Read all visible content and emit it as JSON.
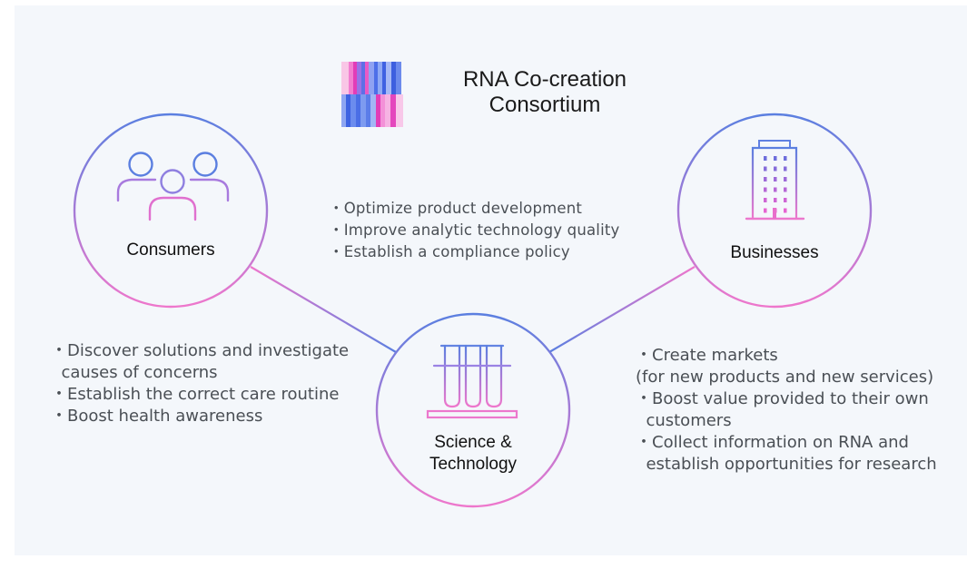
{
  "title": {
    "line1": "RNA Co-creation",
    "line2": "Consortium",
    "logo_icon": "rna-barcode-logo"
  },
  "colors": {
    "background": "#f4f7fb",
    "gradient_top": "#5b7fe0",
    "gradient_bottom": "#ee77cc",
    "text_dark": "#111111",
    "text_gray": "#4a4f55"
  },
  "nodes": {
    "consumers": {
      "label": "Consumers",
      "icon": "people-group-icon"
    },
    "businesses": {
      "label": "Businesses",
      "icon": "office-building-icon"
    },
    "science": {
      "label_line1": "Science &",
      "label_line2": "Technology",
      "icon": "test-tubes-icon"
    }
  },
  "bullets": {
    "center": [
      "・Optimize product development",
      "・Improve analytic technology quality",
      "・Establish a compliance policy"
    ],
    "consumers": [
      "・Discover solutions and investigate",
      "  causes of concerns",
      "・Establish the correct care routine",
      "・Boost health awareness"
    ],
    "businesses": [
      "・Create markets",
      "(for new products and new services)",
      "・Boost value provided to their own",
      "  customers",
      "・Collect information on RNA and",
      "  establish opportunities for research"
    ]
  }
}
